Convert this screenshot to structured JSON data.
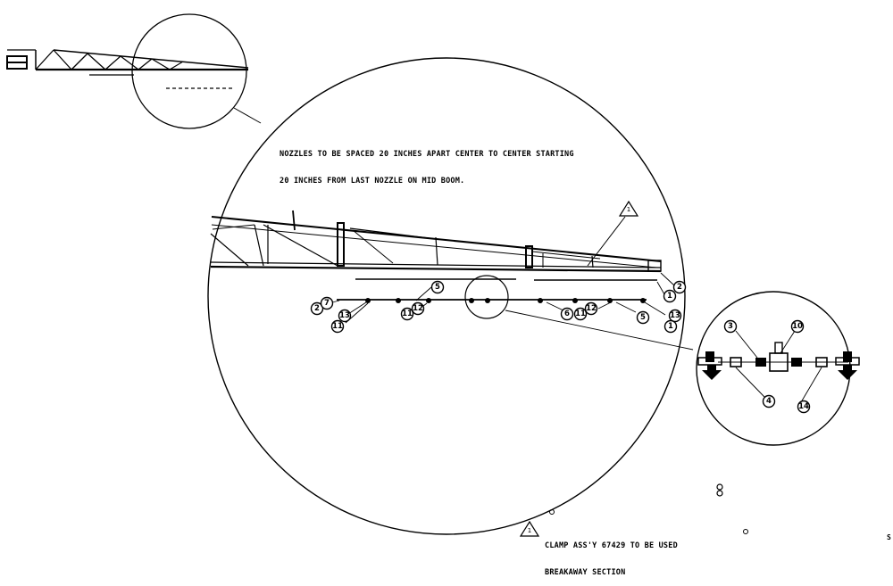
{
  "notes": {
    "spacing_line1": "NOZZLES TO BE SPACED 20 INCHES APART CENTER TO CENTER STARTING",
    "spacing_line2": "20 INCHES FROM LAST NOZZLE ON MID BOOM.",
    "clamp_line1": "CLAMP ASS'Y 67429 TO BE USED",
    "clamp_line2": "BREAKAWAY SECTION",
    "warning_tag": "1",
    "corner_mark": "S"
  },
  "callouts": {
    "c1a": "1",
    "c2a": "2",
    "c2b": "2",
    "c7": "7",
    "c5a": "5",
    "c5b": "5",
    "c11a": "11",
    "c11b": "11",
    "c11c": "11",
    "c12a": "12",
    "c12b": "12",
    "c13a": "13",
    "c13b": "13",
    "c6": "6",
    "c3": "3",
    "c10": "10",
    "c4": "4",
    "c14": "14",
    "c1b": "1"
  }
}
